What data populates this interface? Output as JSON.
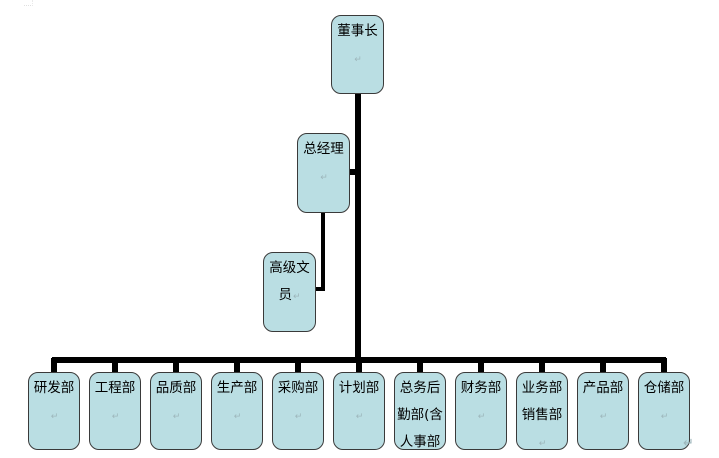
{
  "theme": {
    "node_fill": "#badee3",
    "node_border": "#3a3a3a",
    "connector": "#000000",
    "mark_color": "#9db6bb"
  },
  "marks": {
    "paragraph_mark": "↵",
    "return_mark": "↵"
  },
  "org": {
    "chairman": {
      "label": "董事长"
    },
    "general_manager": {
      "label": "总经理"
    },
    "senior_clerk": {
      "label": "高级文员"
    },
    "departments": [
      {
        "label": "研发部"
      },
      {
        "label": "工程部"
      },
      {
        "label": "品质部"
      },
      {
        "label": "生产部"
      },
      {
        "label": "采购部"
      },
      {
        "label": "计划部"
      },
      {
        "label": "总务后勤部(含人事部"
      },
      {
        "label": "财务部"
      },
      {
        "label": "业务部销售部"
      },
      {
        "label": "产品部"
      },
      {
        "label": "仓储部"
      }
    ]
  }
}
